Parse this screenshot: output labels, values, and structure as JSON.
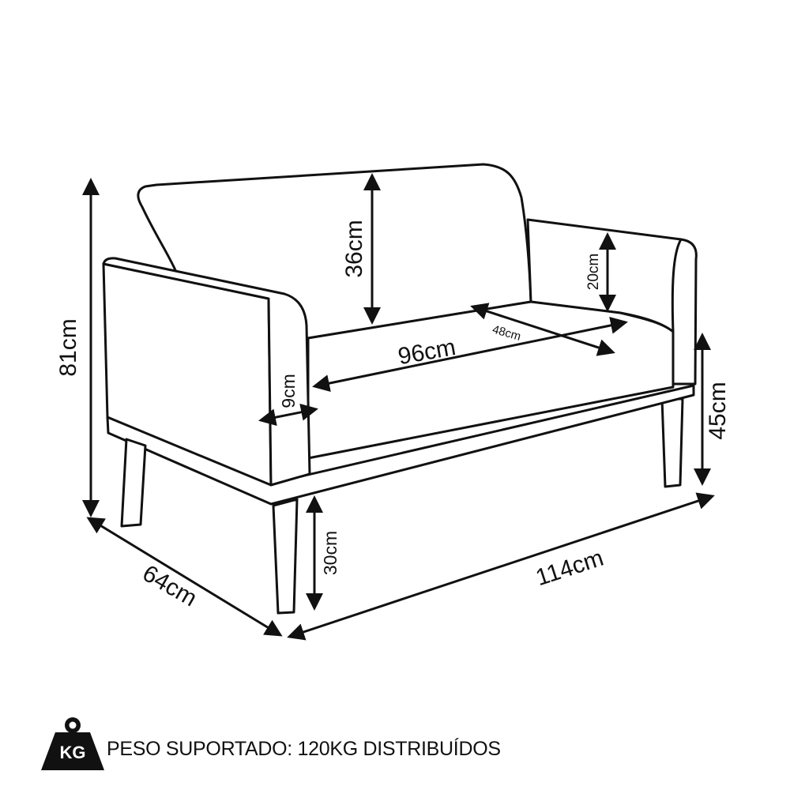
{
  "dimensions": {
    "total_height": "81cm",
    "backrest_height": "36cm",
    "armrest_height": "20cm",
    "seat_depth": "48cm",
    "seat_width": "96cm",
    "armrest_width": "9cm",
    "seat_height": "45cm",
    "leg_height": "30cm",
    "depth": "64cm",
    "width": "114cm"
  },
  "weight": {
    "badge_label": "KG",
    "caption": "PESO SUPORTADO: 120KG DISTRIBUÍDOS",
    "icon": "weight-kg-icon"
  },
  "colors": {
    "line": "#111111",
    "background": "#ffffff"
  }
}
